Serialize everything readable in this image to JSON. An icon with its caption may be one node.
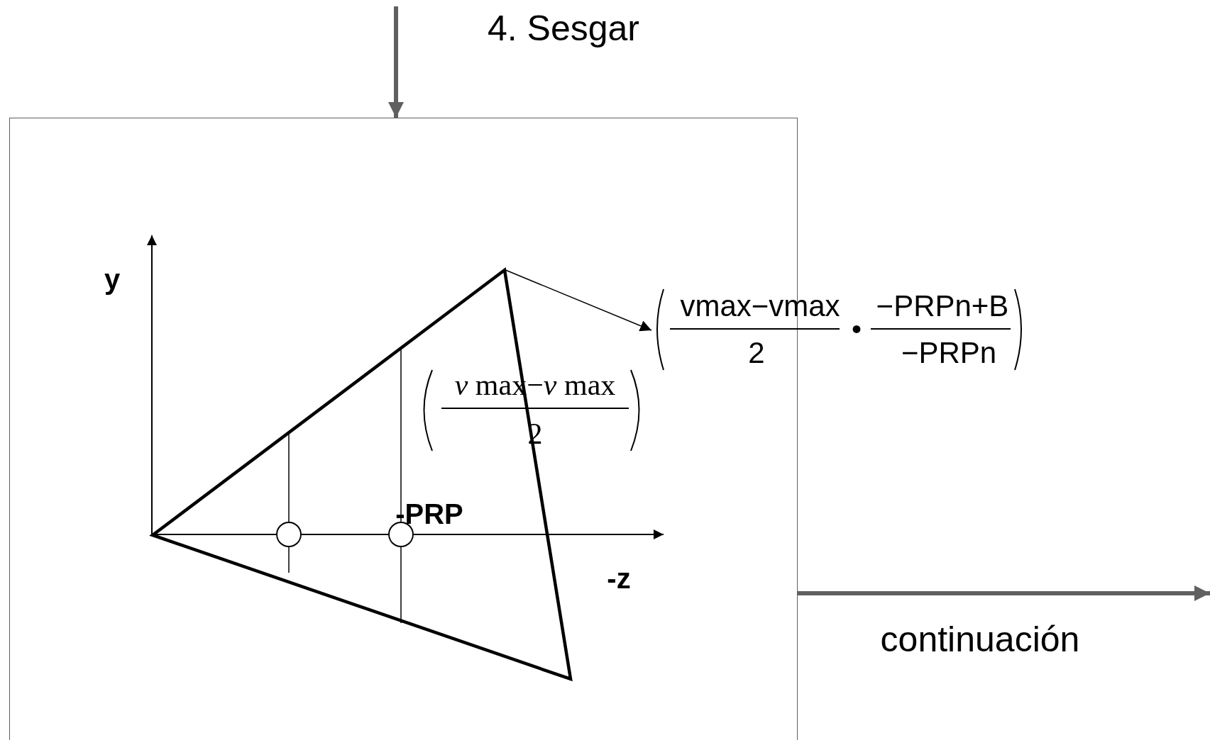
{
  "diagram": {
    "nodes": [
      {
        "text": [],
        "shape": "box"
      },
      {
        "text": [],
        "shape": "triangle",
        "in": 0
      },
      {
        "text": [
          "vmax−vmax",
          "2",
          "•",
          "−PRPn+B",
          "−PRPn"
        ]
      }
    ],
    "edges": [
      {
        "from": null,
        "to": 0,
        "arrow": "to"
      },
      {
        "from": 0,
        "to": null,
        "arrow": "to"
      },
      {
        "from": 1,
        "to": 2,
        "arrow": "to",
        "color": "#000000"
      }
    ],
    "labels": [
      "4. Sesgar",
      "continuación",
      "y",
      "-z",
      "-PRP",
      "*v* max−*v* max",
      "2"
    ]
  }
}
